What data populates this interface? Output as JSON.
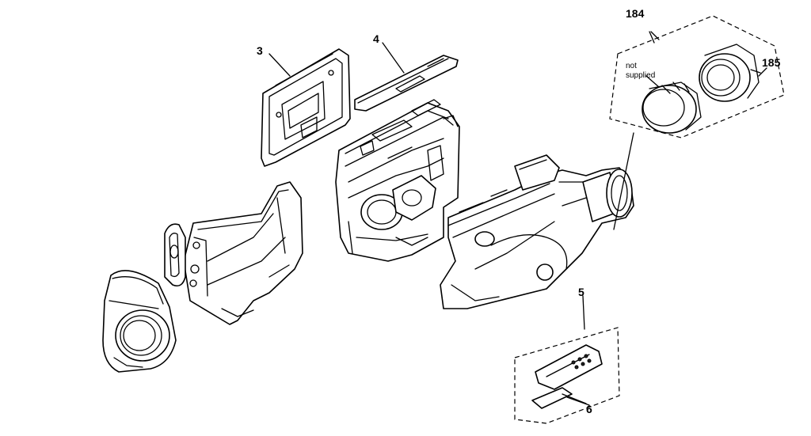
{
  "callouts": {
    "part_3": "3",
    "part_4": "4",
    "part_5": "5",
    "part_6": "6",
    "part_184": "184",
    "part_185": "185"
  },
  "notes": {
    "not_supplied_line1": "not",
    "not_supplied_line2": "supplied"
  }
}
